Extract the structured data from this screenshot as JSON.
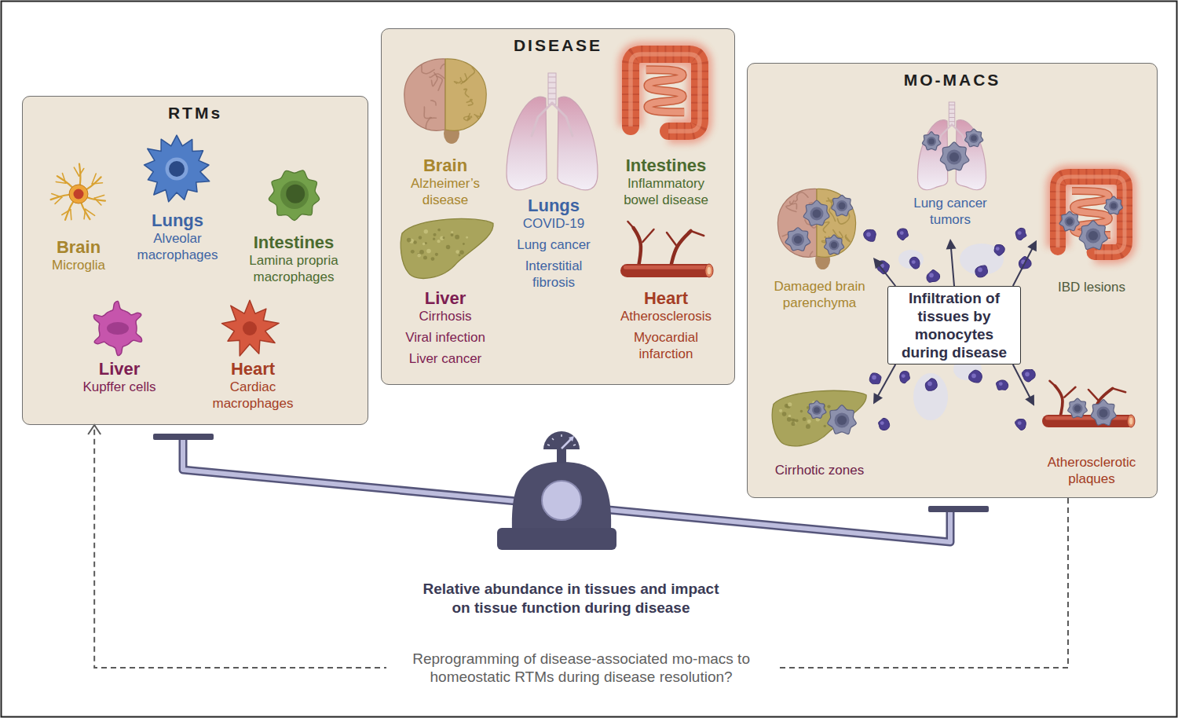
{
  "diagram": {
    "nodes": [
      {
        "text": [
          "RTMs"
        ]
      },
      {
        "text": [
          "Brain",
          "Microglia"
        ],
        "in": 0
      },
      {
        "text": [
          "Lungs",
          "Alveolar macrophages"
        ],
        "in": 0
      },
      {
        "text": [
          "Intestines",
          "Lamina propria macrophages"
        ],
        "in": 0
      },
      {
        "text": [
          "Liver",
          "Kupffer cells"
        ],
        "in": 0
      },
      {
        "text": [
          "Heart",
          "Cardiac macrophages"
        ],
        "in": 0
      },
      {
        "text": [
          "DISEASE"
        ]
      },
      {
        "text": [
          "Brain",
          "Alzheimer’s disease"
        ],
        "in": 6
      },
      {
        "text": [
          "Lungs",
          "COVID-19",
          "Lung cancer",
          "Interstitial fibrosis"
        ],
        "in": 6
      },
      {
        "text": [
          "Intestines",
          "Inflammatory bowel disease"
        ],
        "in": 6
      },
      {
        "text": [
          "Liver",
          "Cirrhosis",
          "Viral infection",
          "Liver cancer"
        ],
        "in": 6
      },
      {
        "text": [
          "Heart",
          "Atherosclerosis",
          "Myocardial infarction"
        ],
        "in": 6
      },
      {
        "text": [
          "MO-MACS"
        ]
      },
      {
        "text": [
          "Lung cancer tumors"
        ],
        "in": 12
      },
      {
        "text": [
          "Damaged brain parenchyma"
        ],
        "in": 12
      },
      {
        "text": [
          "Infiltration of tissues by monocytes during disease"
        ],
        "in": 12
      },
      {
        "text": [
          "IBD lesions"
        ],
        "in": 12
      },
      {
        "text": [
          "Cirrhotic zones"
        ],
        "in": 12
      },
      {
        "text": [
          "Atherosclerotic plaques"
        ],
        "in": 12
      }
    ],
    "edges": [
      {
        "from": 15,
        "to": 14,
        "arrow": "to"
      },
      {
        "from": 15,
        "to": 13,
        "arrow": "to"
      },
      {
        "from": 15,
        "to": 16,
        "arrow": "to"
      },
      {
        "from": 15,
        "to": 17,
        "arrow": "to"
      },
      {
        "from": 15,
        "to": 18,
        "arrow": "to"
      },
      {
        "from": 12,
        "to": 0,
        "arrow": "to",
        "label": "Reprogramming of disease-associated mo-macs to homeostatic RTMs during disease resolution?"
      }
    ],
    "labels": [
      "Relative abundance in tissues and impact on tissue function during disease"
    ]
  }
}
